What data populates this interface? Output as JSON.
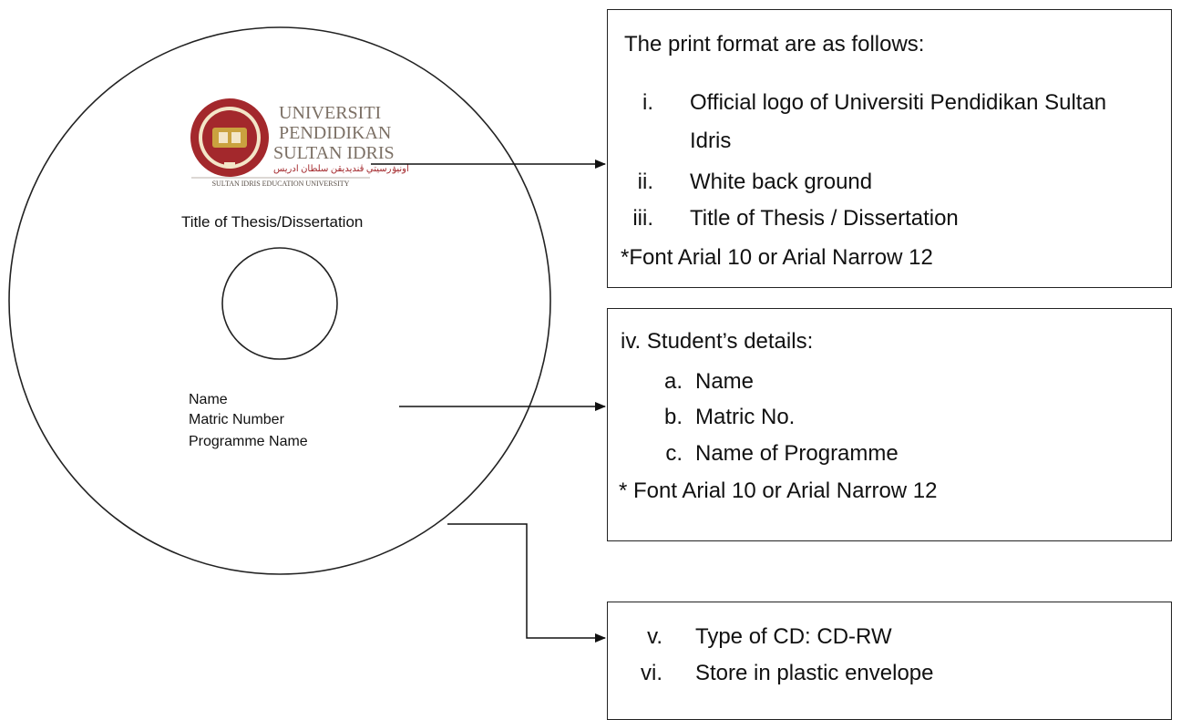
{
  "disc": {
    "logo": {
      "wordmark_lines": [
        "UNIVERSITI",
        "PENDIDIKAN",
        "SULTAN IDRIS"
      ],
      "jawi": "اونيۏرسيتي ڤنديديقن سلطان ادريس",
      "tagline": "SULTAN IDRIS EDUCATION UNIVERSITY",
      "colors": {
        "wordmark": "#7b6f64",
        "seal_ring": "#a3282c",
        "seal_center": "#caa23f"
      }
    },
    "title_text": "Title of Thesis/Dissertation",
    "student_lines": [
      "Name",
      "Matric Number",
      "Programme Name"
    ]
  },
  "format_box": {
    "heading": "The print format are as follows:",
    "items": [
      {
        "num": "i.",
        "lines": [
          "Official logo of Universiti Pendidikan Sultan",
          "Idris"
        ]
      },
      {
        "num": "ii.",
        "lines": [
          "White back ground"
        ]
      },
      {
        "num": "iii.",
        "lines": [
          "Title of Thesis / Dissertation"
        ]
      }
    ],
    "note": "*Font Arial 10 or Arial Narrow 12"
  },
  "details_box": {
    "heading": "iv. Student’s details:",
    "items": [
      {
        "num": "a.",
        "text": "Name"
      },
      {
        "num": "b.",
        "text": "Matric No."
      },
      {
        "num": "c.",
        "text": "Name of Programme"
      }
    ],
    "note": "* Font Arial 10 or Arial Narrow 12"
  },
  "cd_box": {
    "items": [
      {
        "num": "v.",
        "text": "Type of CD: CD-RW"
      },
      {
        "num": "vi.",
        "text": "Store in plastic envelope"
      }
    ]
  }
}
